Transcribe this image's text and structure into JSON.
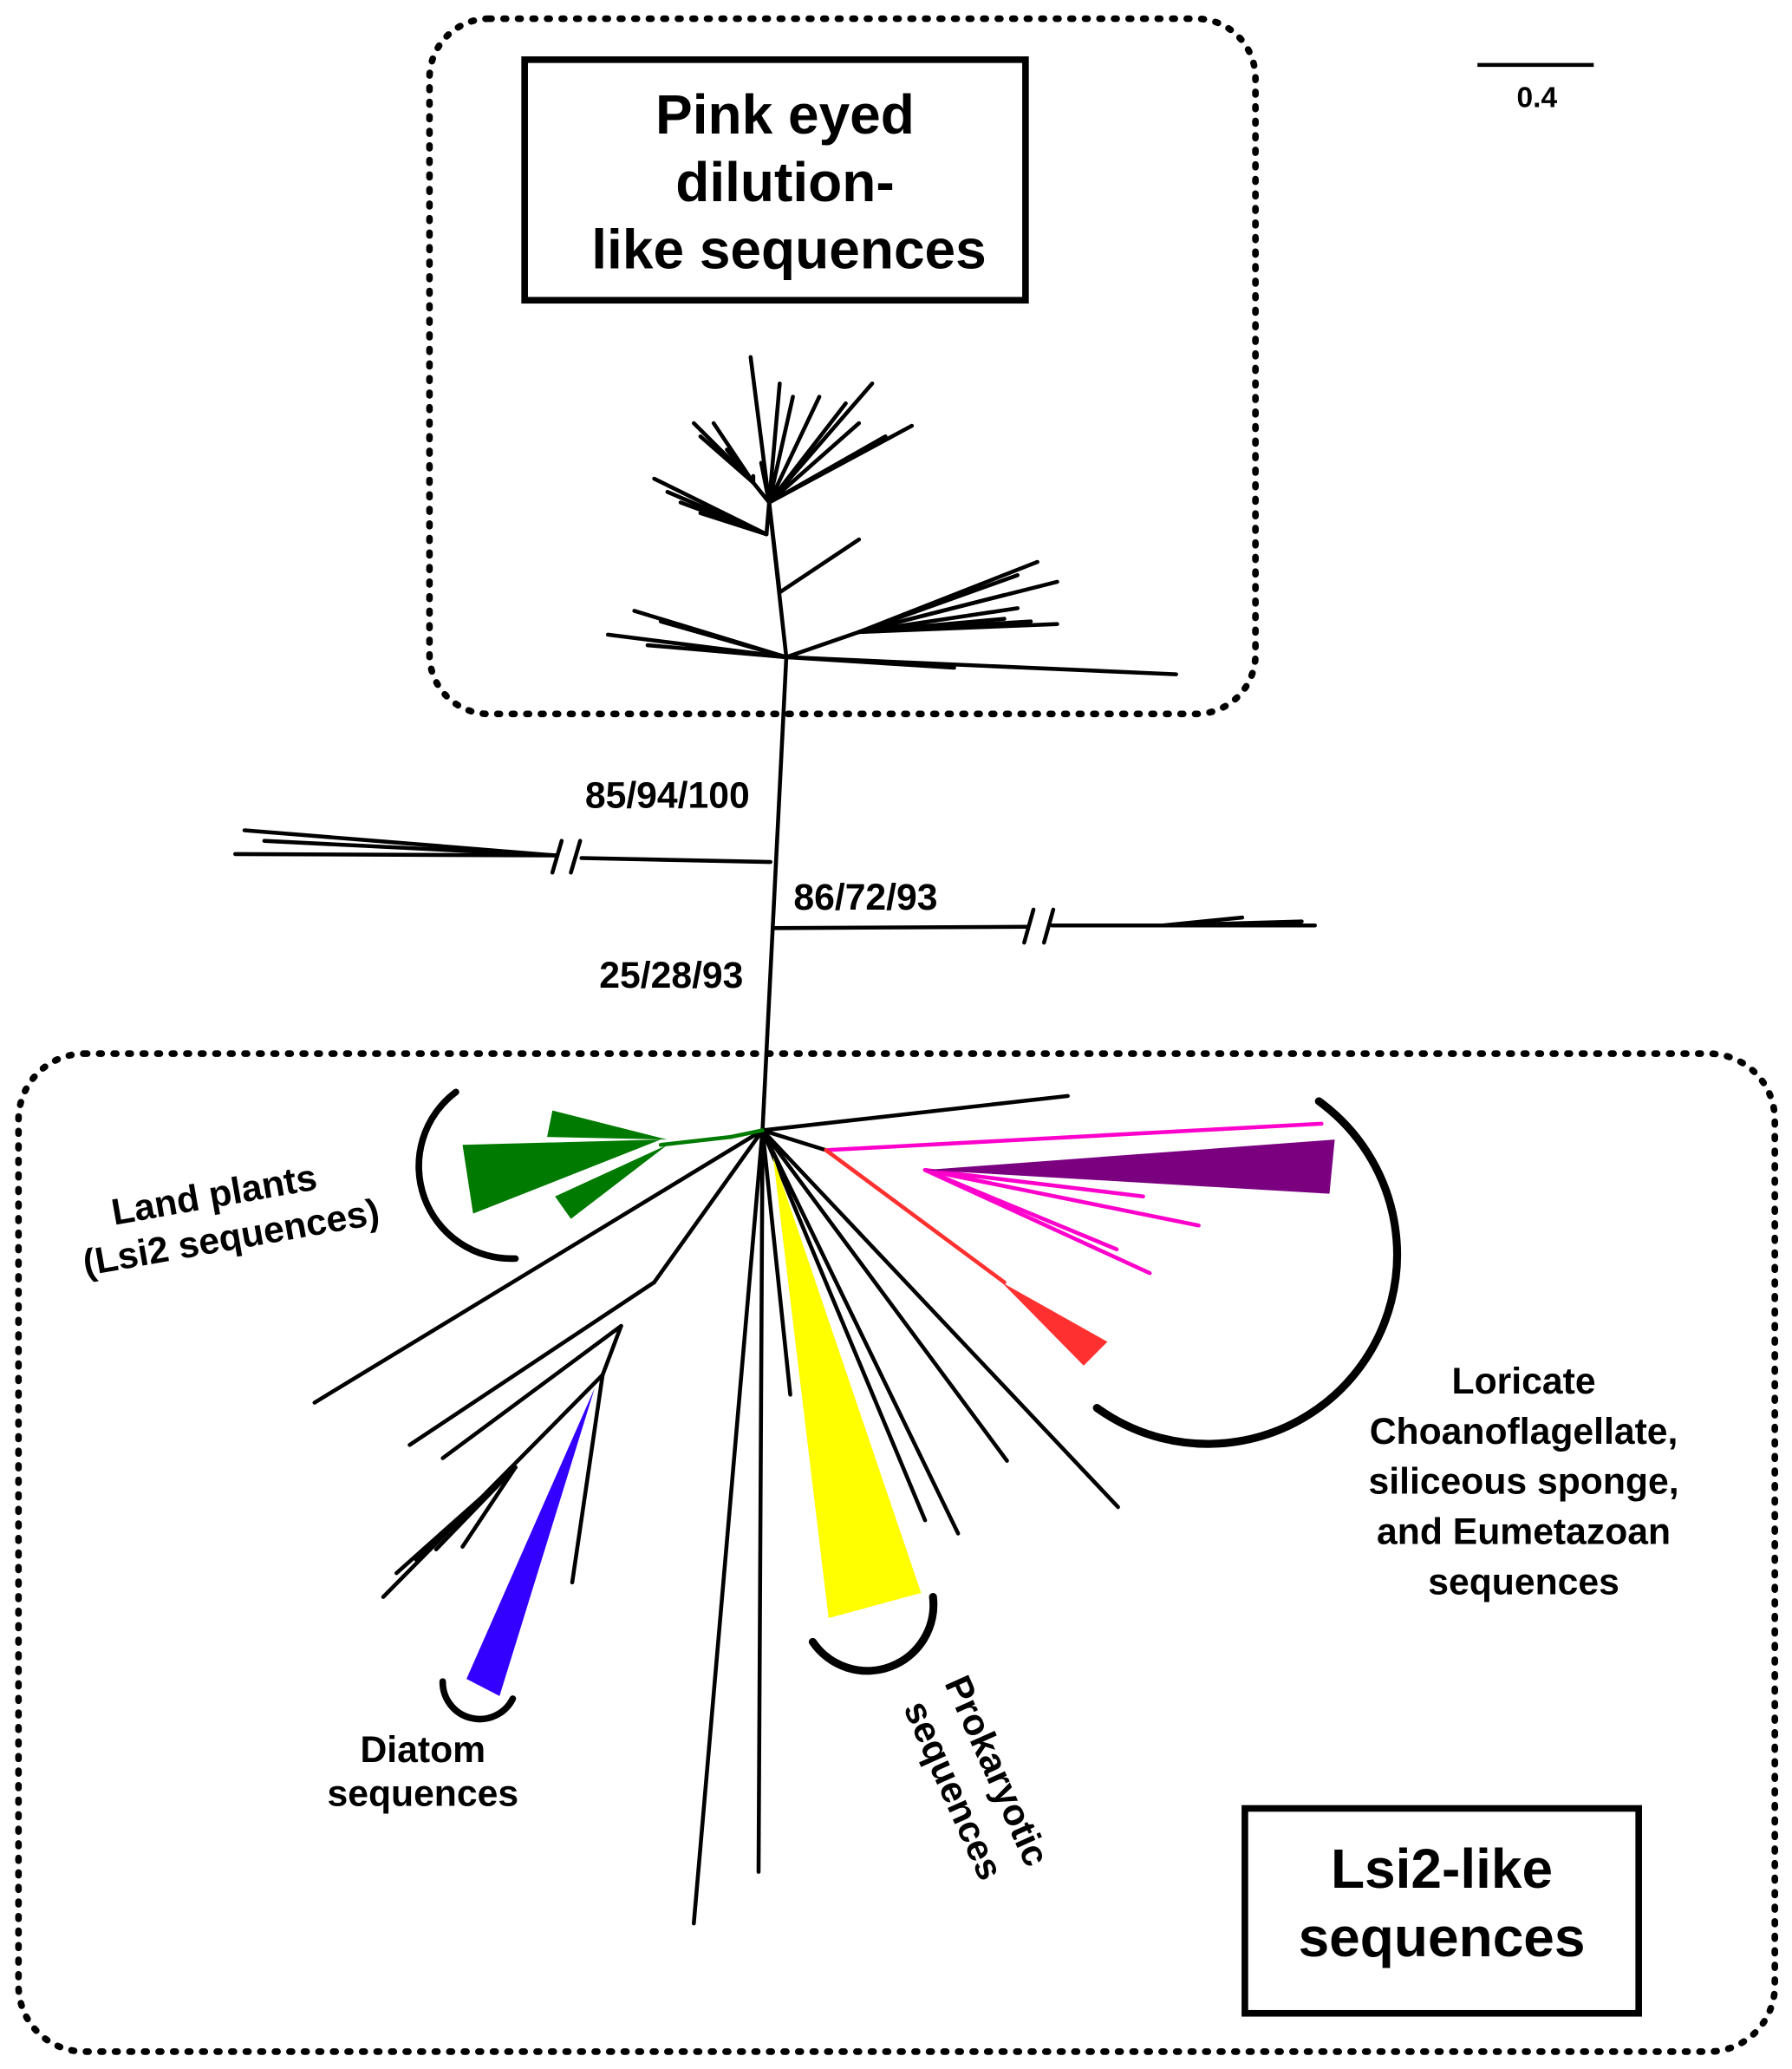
{
  "scale_bar": {
    "label": "0.4"
  },
  "top_group": {
    "title_lines": [
      "Pink eyed",
      "dilution-",
      "like sequences"
    ]
  },
  "bottom_group": {
    "title_lines": [
      "Lsi2-like",
      "sequences"
    ]
  },
  "support_values": [
    "85/94/100",
    "86/72/93",
    "25/28/93"
  ],
  "clades": {
    "land_plants": {
      "lines": [
        "Land plants",
        "(Lsi2 sequences)"
      ],
      "color": "#007a00"
    },
    "loricate": {
      "lines": [
        "Loricate",
        "Choanoflagellate,",
        "siliceous sponge,",
        "and Eumetazoan",
        "sequences"
      ],
      "colors": [
        "#ff00cc",
        "#7a0080",
        "#ff3030"
      ]
    },
    "prokaryotic": {
      "lines": [
        "Prokaryotic",
        "sequences"
      ],
      "color": "#ffff00"
    },
    "diatom": {
      "lines": [
        "Diatom",
        "sequences"
      ],
      "color": "#3300ff"
    }
  }
}
